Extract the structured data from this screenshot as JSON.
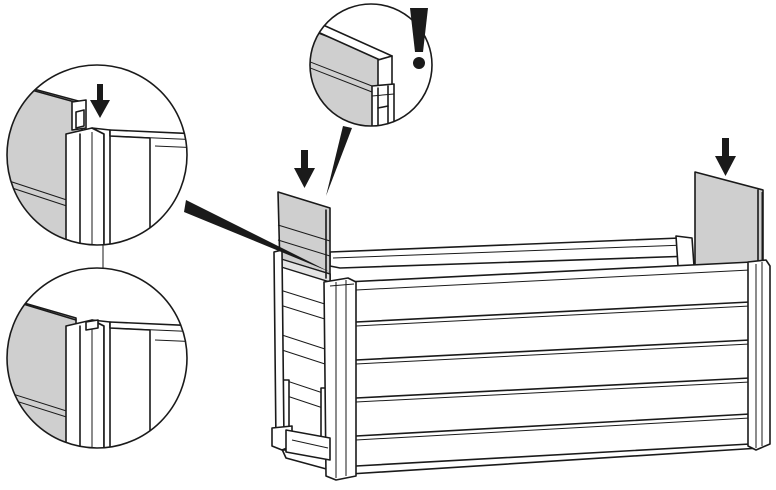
{
  "figure": {
    "description_icons": [
      "arrow-down-icon",
      "exclamation-icon"
    ],
    "colors": {
      "line": "#1a1a1a",
      "panel_grey": "#cfcfcf",
      "background": "#ffffff"
    },
    "callouts": [
      {
        "name": "detail-top-left",
        "shows": "post-insertion-before"
      },
      {
        "name": "detail-bottom-left",
        "shows": "post-insertion-after"
      },
      {
        "name": "detail-top-center",
        "shows": "panel-tongue-orientation-warning"
      }
    ],
    "steps": {
      "arrows_count": 3,
      "warning_marks": 1
    }
  }
}
